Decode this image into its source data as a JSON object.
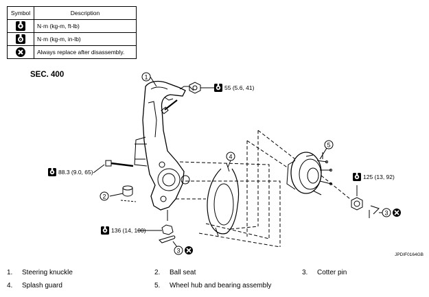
{
  "legend": {
    "header_symbol": "Symbol",
    "header_description": "Description",
    "rows": [
      {
        "icon": "torque-wrench-ft-lb-icon",
        "description": "N·m (kg-m, ft-lb)"
      },
      {
        "icon": "torque-wrench-in-lb-icon",
        "description": "N·m (kg-m, in-lb)"
      },
      {
        "icon": "always-replace-icon",
        "description": "Always replace after disassembly."
      }
    ]
  },
  "section": "SEC. 400",
  "torques": {
    "knuckle_top_nut": "55 (5.6, 41)",
    "upper_bolt": "88.3 (9.0, 65)",
    "lower_nut": "136 (14, 100)",
    "hub_nut": "125 (13, 92)"
  },
  "callouts": {
    "knuckle": "1",
    "ball_seat": "2",
    "cotter_pin_lower": "3",
    "splash_guard": "4",
    "hub": "5",
    "cotter_pin_right": "3"
  },
  "figure_id": "JPDIF0164GB",
  "parts": [
    {
      "num": "1.",
      "name": "Steering knuckle"
    },
    {
      "num": "2.",
      "name": "Ball seat"
    },
    {
      "num": "3.",
      "name": "Cotter pin"
    },
    {
      "num": "4.",
      "name": "Splash guard"
    },
    {
      "num": "5.",
      "name": "Wheel hub and bearing assembly"
    }
  ]
}
